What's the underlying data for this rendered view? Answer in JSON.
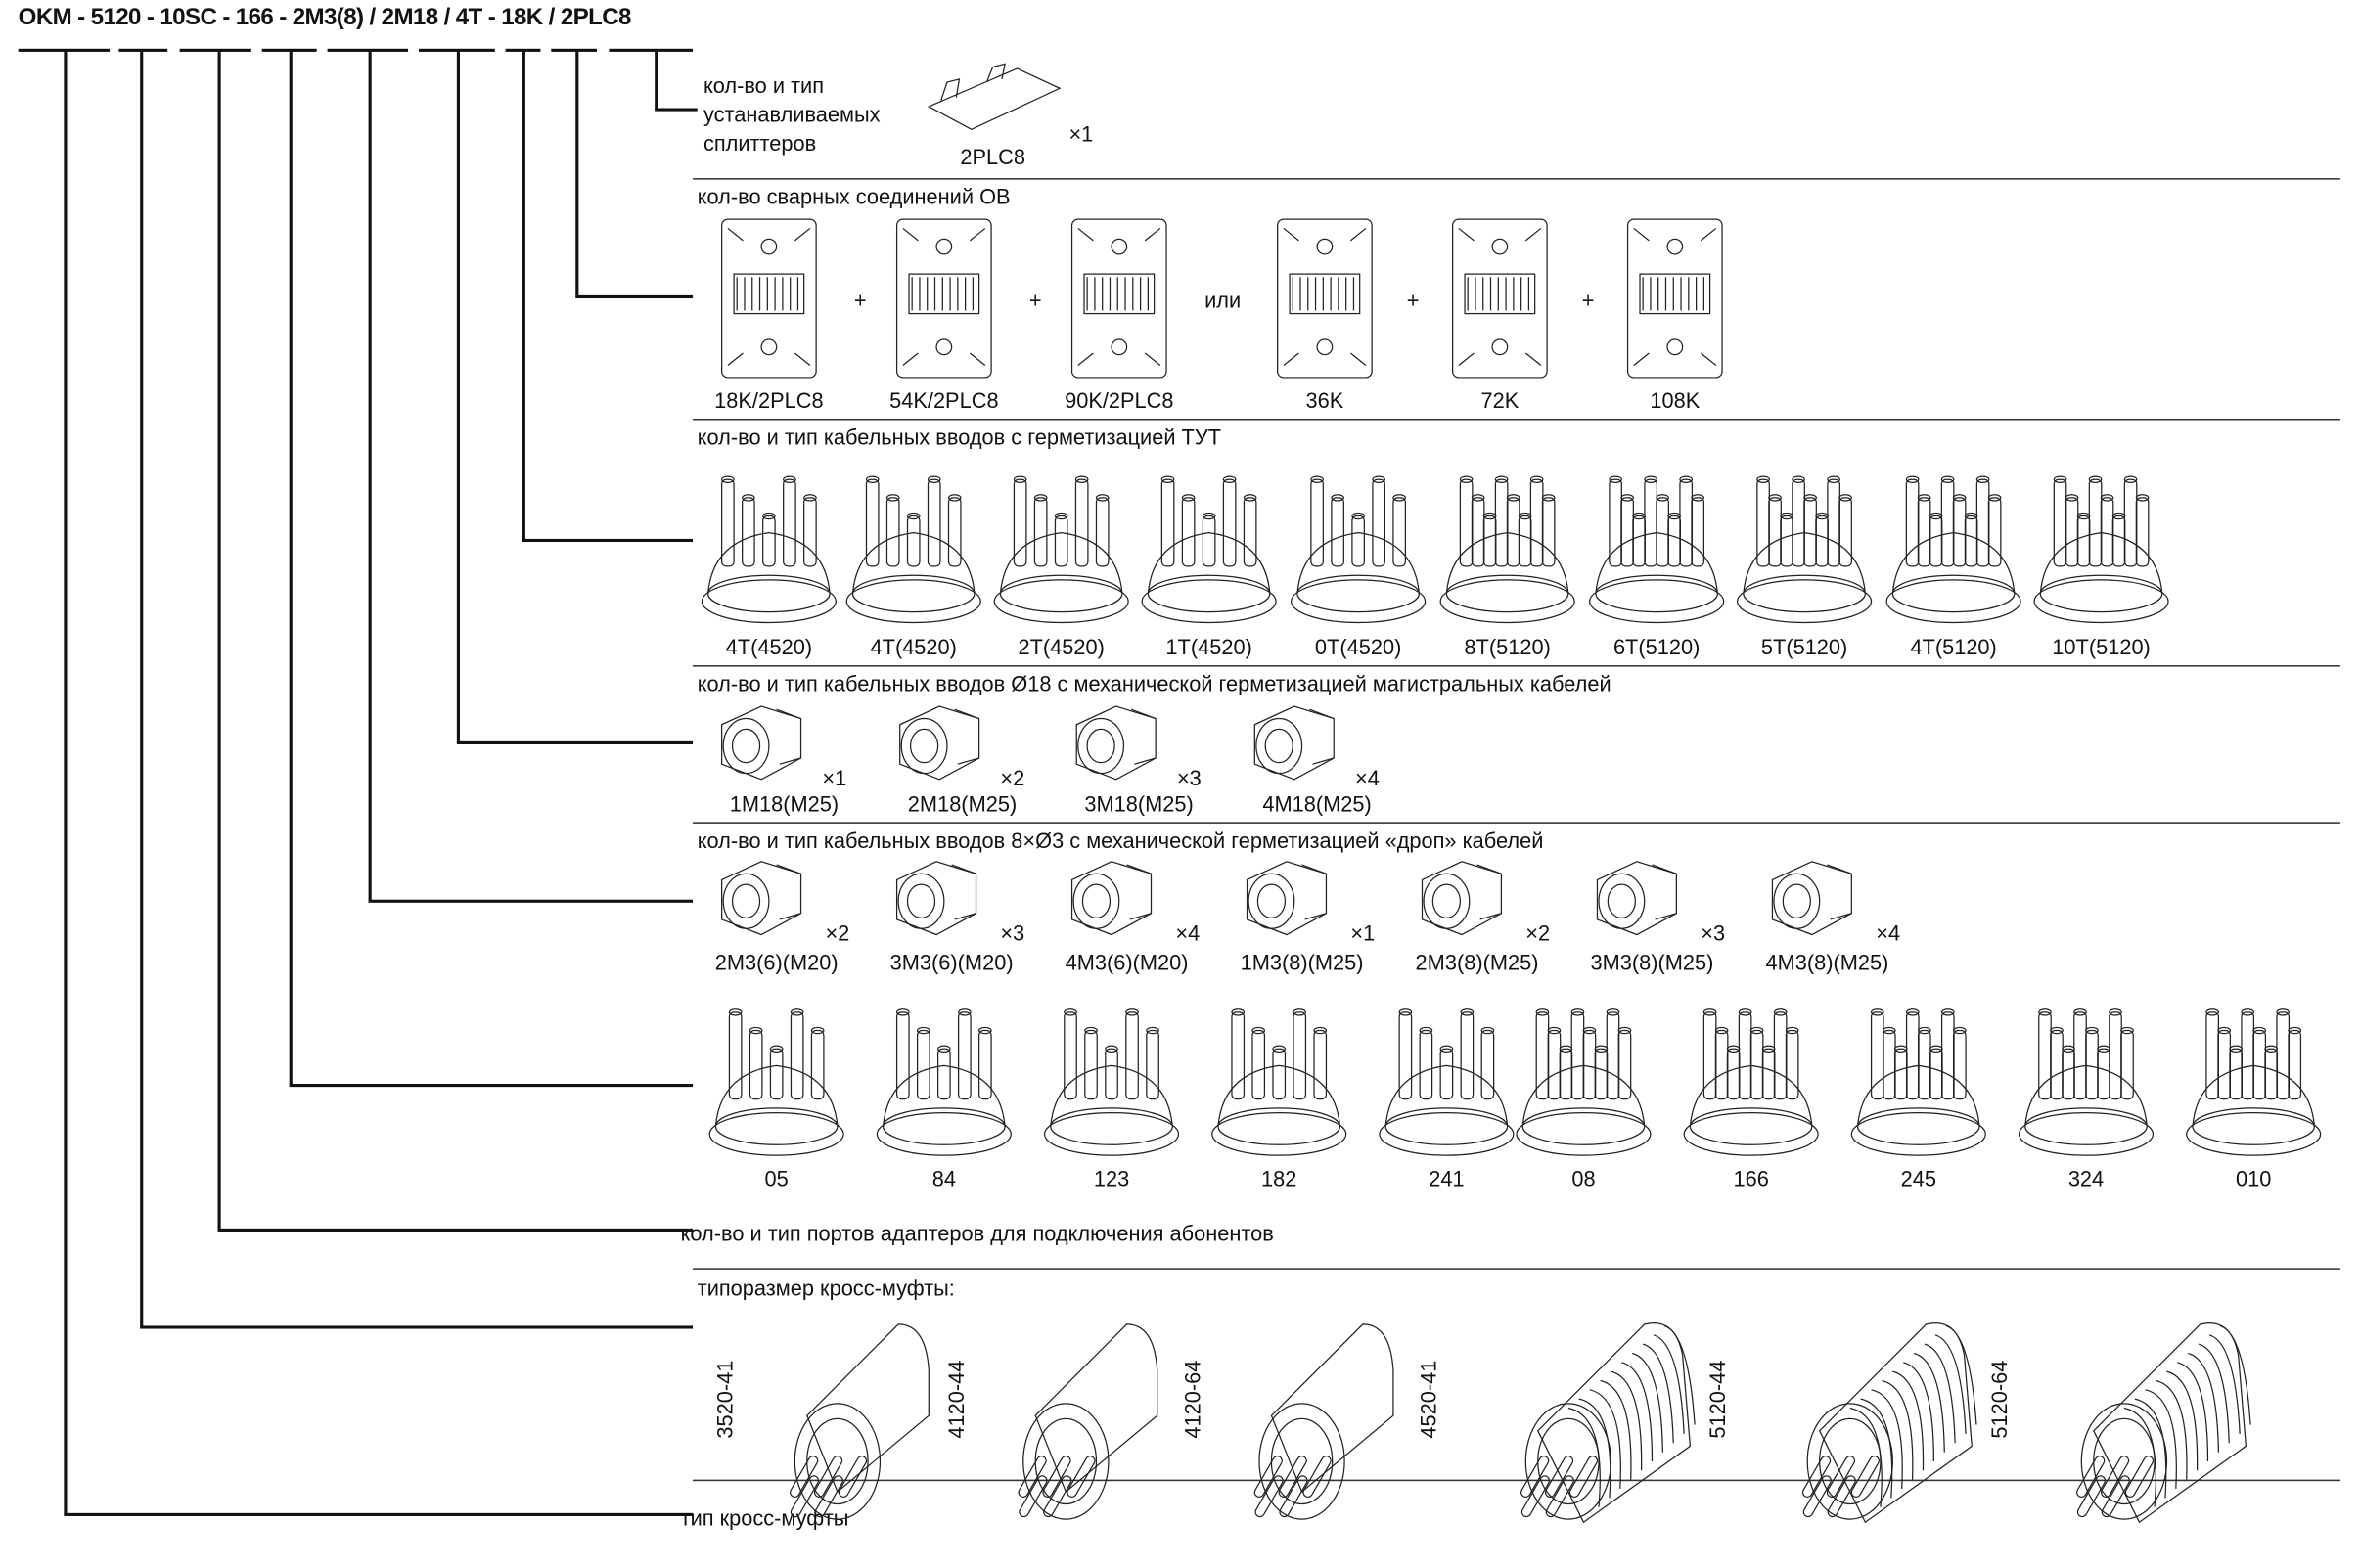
{
  "header": {
    "code_parts": [
      "OKM",
      "5120",
      "10SC",
      "166",
      "2M3(8)",
      "2M18",
      "4T",
      "18K",
      "2PLC8"
    ],
    "code": "OKM - 5120 - 10SC - 166 - 2M3(8) / 2M18 / 4T - 18K / 2PLC8"
  },
  "splitters": {
    "title_lines": [
      "кол-во и тип",
      "устанавливаемых",
      "сплиттеров"
    ],
    "item_label": "2PLC8",
    "multiplier": "×1"
  },
  "splices": {
    "title": "кол-во сварных соединений ОВ",
    "items": [
      "18K/2PLC8",
      "54K/2PLC8",
      "90K/2PLC8",
      "36K",
      "72K",
      "108K"
    ],
    "separators": [
      "+",
      "+",
      "или",
      "+",
      "+"
    ]
  },
  "tut_entries": {
    "title": "кол-во и тип кабельных вводов с герметизацией ТУТ",
    "items": [
      "4T(4520)",
      "4T(4520)",
      "2T(4520)",
      "1T(4520)",
      "0T(4520)",
      "8T(5120)",
      "6T(5120)",
      "5T(5120)",
      "4T(5120)",
      "10T(5120)"
    ]
  },
  "m18_entries": {
    "title": "кол-во и тип кабельных вводов Ø18 с механической герметизацией магистральных кабелей",
    "items": [
      {
        "label": "1M18(M25)",
        "mult": "×1"
      },
      {
        "label": "2M18(M25)",
        "mult": "×2"
      },
      {
        "label": "3M18(M25)",
        "mult": "×3"
      },
      {
        "label": "4M18(M25)",
        "mult": "×4"
      }
    ]
  },
  "drop_entries": {
    "title": "кол-во и тип кабельных вводов 8×Ø3 с механической герметизацией «дроп» кабелей",
    "items": [
      {
        "label": "2M3(6)(M20)",
        "mult": "×2"
      },
      {
        "label": "3M3(6)(M20)",
        "mult": "×3"
      },
      {
        "label": "4M3(6)(M20)",
        "mult": "×4"
      },
      {
        "label": "1M3(8)(M25)",
        "mult": "×1"
      },
      {
        "label": "2M3(8)(M25)",
        "mult": "×2"
      },
      {
        "label": "3M3(8)(M25)",
        "mult": "×3"
      },
      {
        "label": "4M3(8)(M25)",
        "mult": "×4"
      }
    ]
  },
  "port_config": {
    "items": [
      "05",
      "84",
      "123",
      "182",
      "241",
      "08",
      "166",
      "245",
      "324",
      "010"
    ]
  },
  "adapter_ports": {
    "title": "кол-во и тип портов адаптеров для подключения абонентов"
  },
  "closure_size": {
    "title": "типоразмер кросс-муфты:",
    "items": [
      "3520-41",
      "4120-44",
      "4120-64",
      "4520-41",
      "5120-44",
      "5120-64"
    ]
  },
  "closure_type": {
    "title": "тип кросс-муфты"
  }
}
